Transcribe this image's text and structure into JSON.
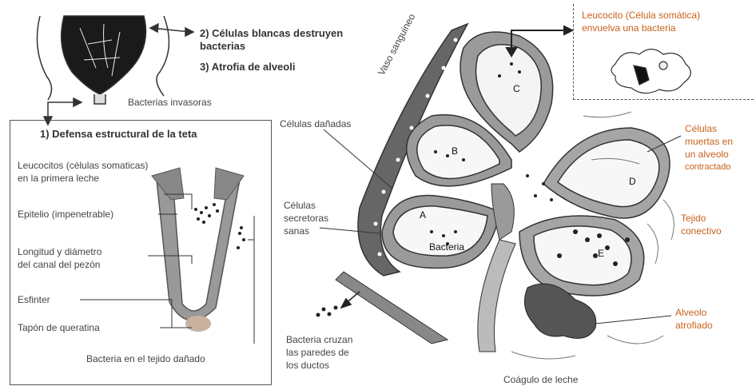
{
  "top": {
    "step2": "2) Células blancas destruyen",
    "step2b": "bacterias",
    "step3": "3) Atrofia de alveoli",
    "invading": "Bacterias invasoras"
  },
  "teat": {
    "title": "1) Defensa estructural de la teta",
    "leuco1": "Leucocitos (células somaticas)",
    "leuco2": "en la primera leche",
    "epitelio": "Epitelio (impenetrable)",
    "longitud1": "Longitud y diámetro",
    "longitud2": "del canal del pezón",
    "esfinter": "Esfinter",
    "tapon": "Tapón de queratina",
    "bacteria_tejido": "Bacteria en el tejido dañado"
  },
  "alveoli": {
    "vaso": "Vaso sanguineo",
    "dañadas": "Células dañadas",
    "secretoras1": "Células",
    "secretoras2": "secretoras",
    "secretoras3": "sanas",
    "bacteria": "Bacteria",
    "cruzan1": "Bacteria cruzan",
    "cruzan2": "las paredes de",
    "cruzan3": "los ductos",
    "coagulo": "Coágulo de leche",
    "atrofiado1": "Alveolo",
    "atrofiado2": "atrofiado",
    "tejido1": "Tejido",
    "tejido2": "conectivo",
    "muertas1": "Células",
    "muertas2": "muertas en",
    "muertas3": "un alveolo",
    "muertas4": "contractado",
    "leucocito1": "Leucocito (Célula somática)",
    "leucocito2": "envuelva una bacteria",
    "A": "A",
    "B": "B",
    "C": "C",
    "D": "D",
    "E": "E"
  }
}
